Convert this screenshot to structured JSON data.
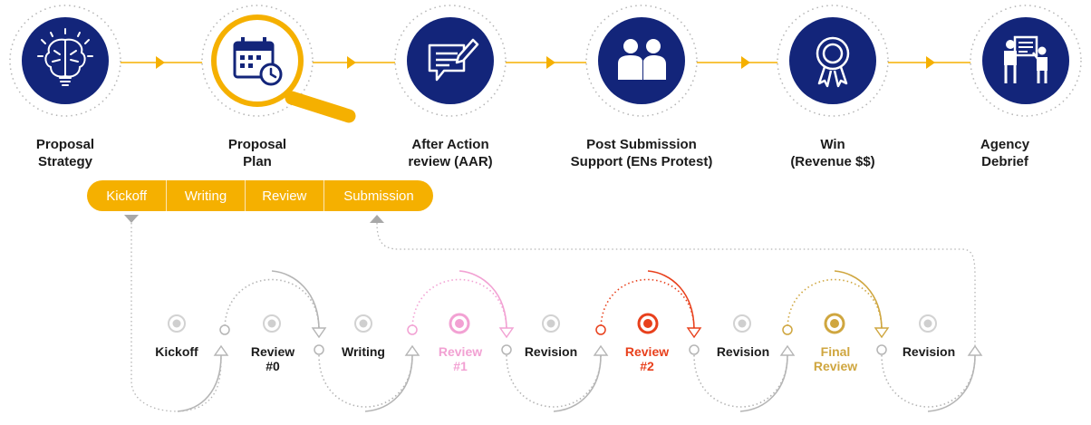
{
  "colors": {
    "navy": "#13257a",
    "accent": "#f5b000",
    "gray": "#b9b9b9",
    "pink": "#f2a1d3",
    "red": "#e8401c",
    "gold": "#cfa63f"
  },
  "stages": [
    {
      "line1": "Proposal",
      "line2": "Strategy",
      "icon": "brain-lightbulb-icon"
    },
    {
      "line1": "Proposal",
      "line2": "Plan",
      "icon": "calendar-clock-magnifier-icon"
    },
    {
      "line1": "After Action",
      "line2": "review (AAR)",
      "icon": "document-pen-icon"
    },
    {
      "line1": "Post Submission",
      "line2": "Support (ENs Protest)",
      "icon": "two-people-icon"
    },
    {
      "line1": "Win",
      "line2": "(Revenue $$)",
      "icon": "award-ribbon-icon"
    },
    {
      "line1": "Agency",
      "line2": "Debrief",
      "icon": "presentation-meeting-icon"
    }
  ],
  "plan_phases": [
    "Kickoff",
    "Writing",
    "Review",
    "Submission"
  ],
  "process_steps": [
    {
      "line1": "Kickoff",
      "line2": "",
      "color": "gray"
    },
    {
      "line1": "Review",
      "line2": "#0",
      "color": "gray"
    },
    {
      "line1": "Writing",
      "line2": "",
      "color": "gray"
    },
    {
      "line1": "Review",
      "line2": "#1",
      "color": "pink"
    },
    {
      "line1": "Revision",
      "line2": "",
      "color": "gray"
    },
    {
      "line1": "Review",
      "line2": "#2",
      "color": "red"
    },
    {
      "line1": "Revision",
      "line2": "",
      "color": "gray"
    },
    {
      "line1": "Final",
      "line2": "Review",
      "color": "gold"
    },
    {
      "line1": "Revision",
      "line2": "",
      "color": "gray"
    }
  ]
}
